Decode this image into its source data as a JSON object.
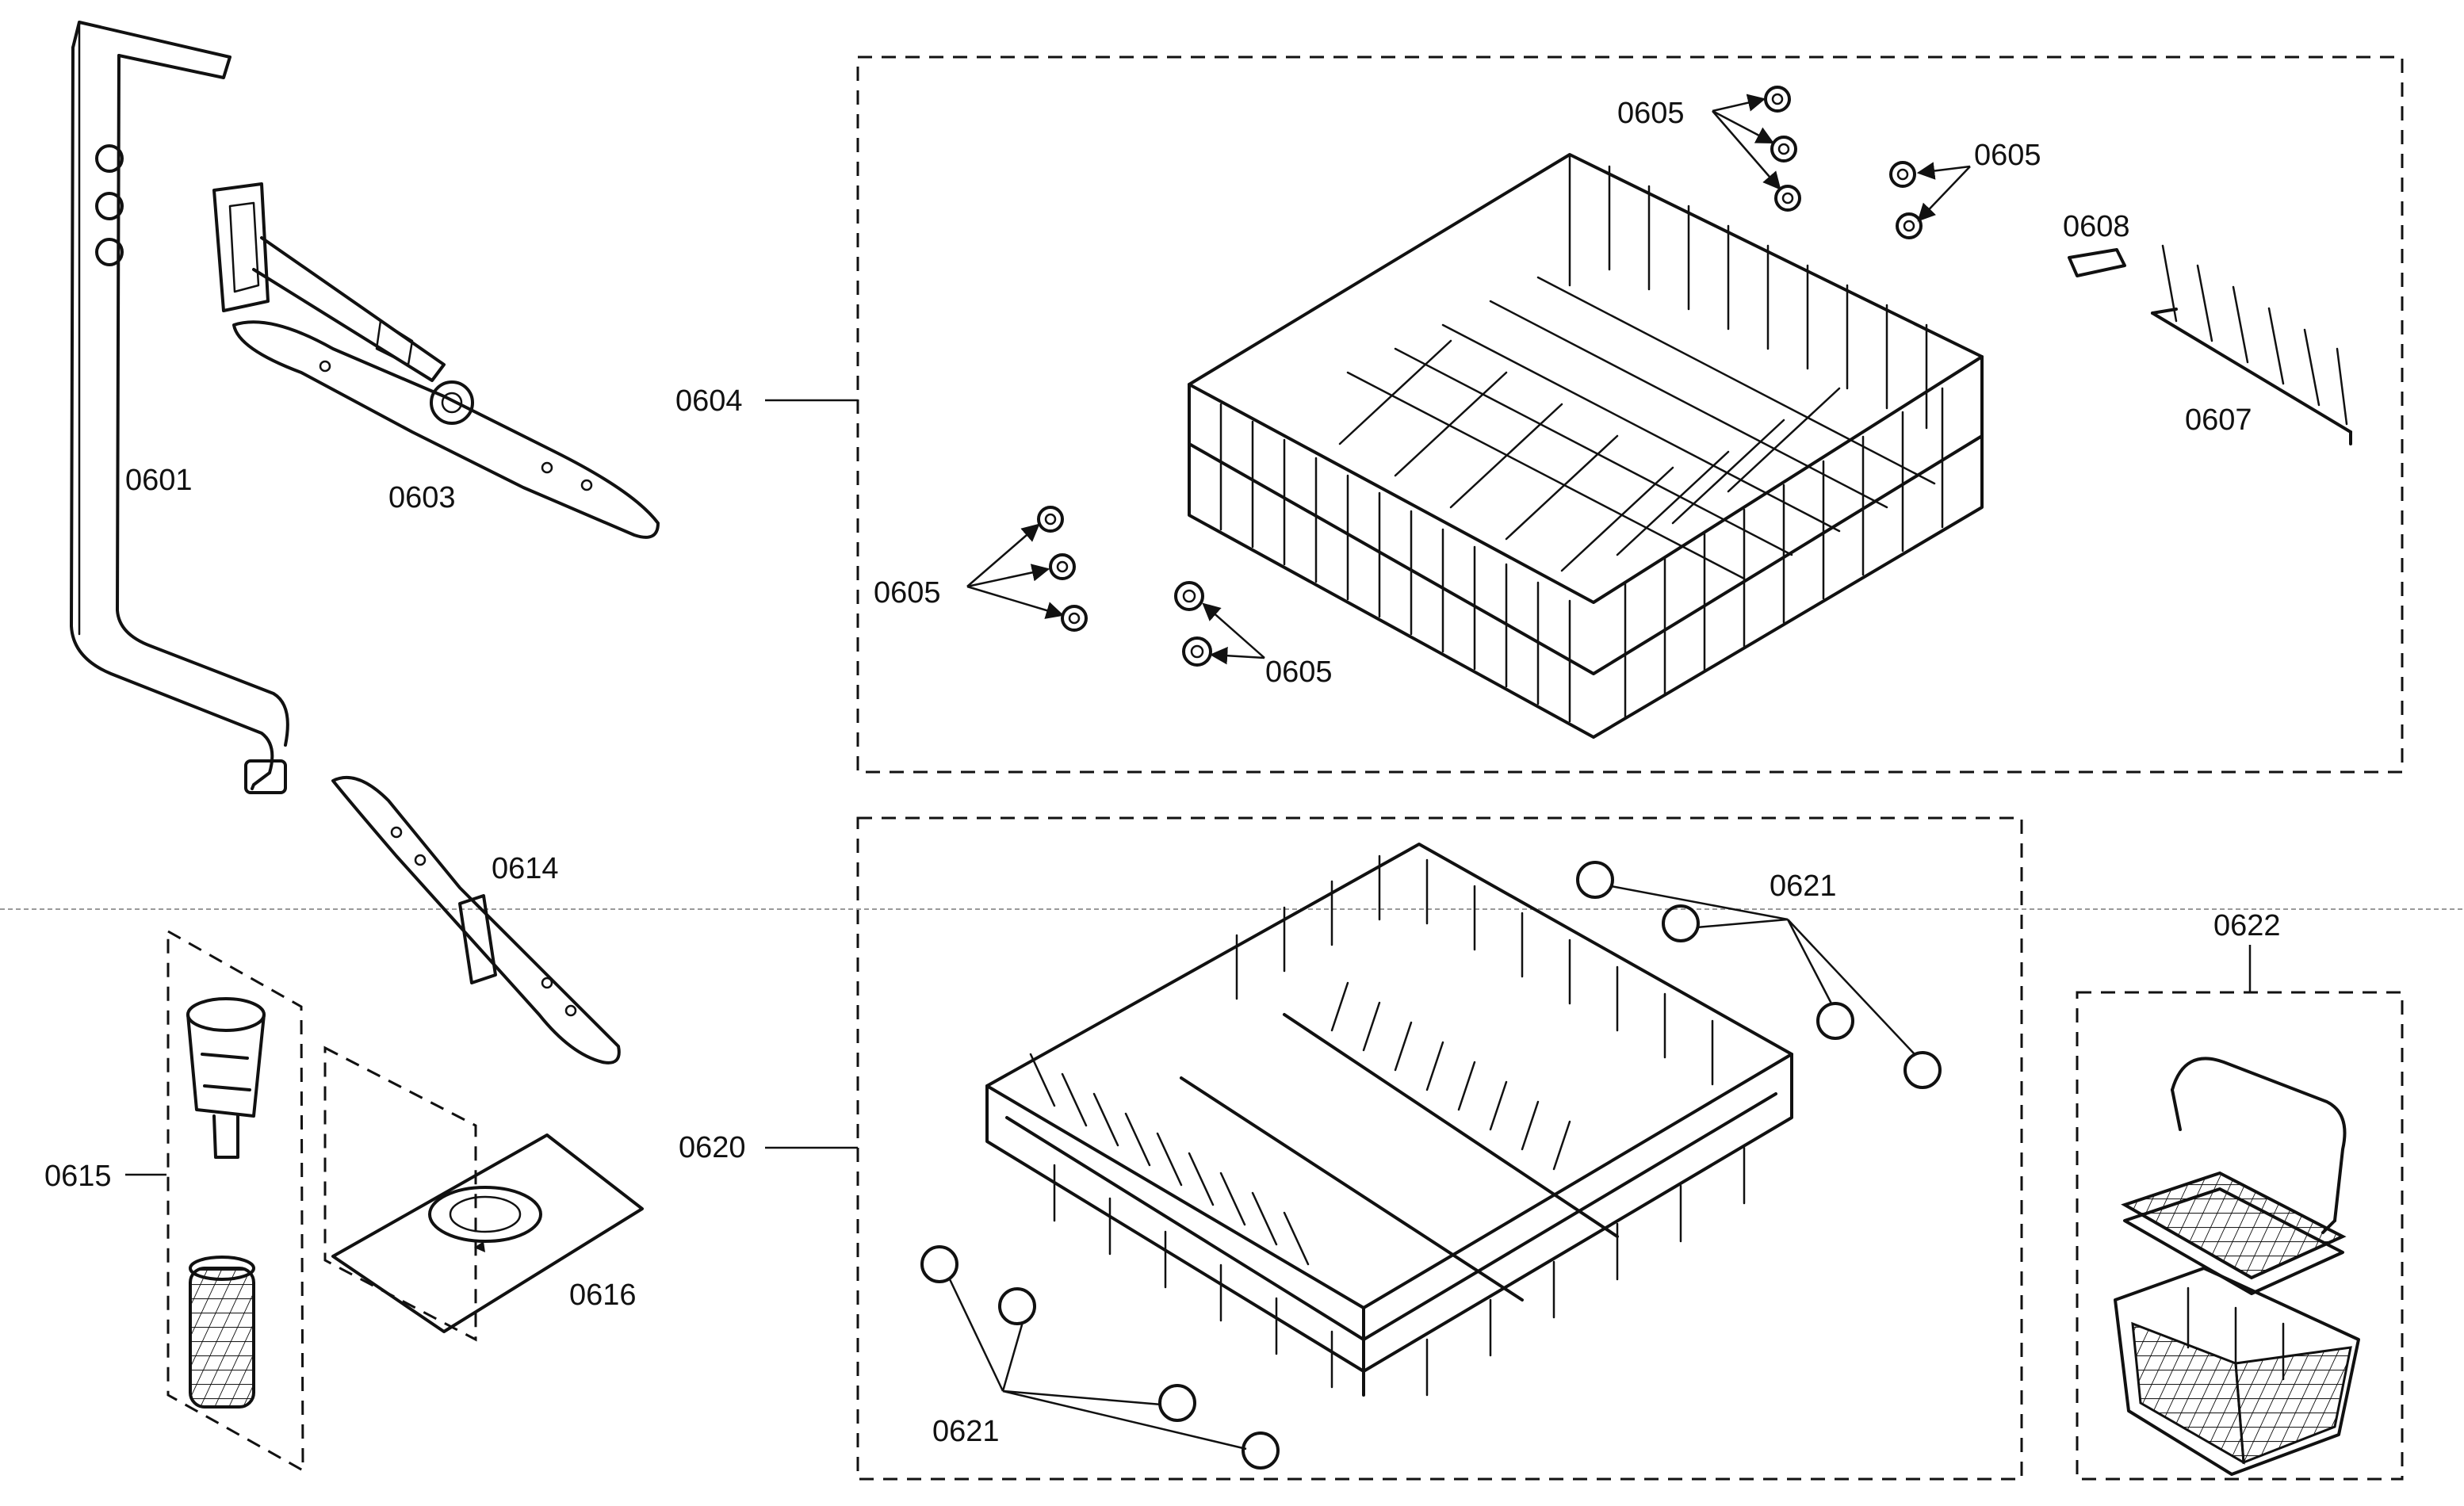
{
  "labels": {
    "p0601": "0601",
    "p0603": "0603",
    "p0604": "0604",
    "p0605_a": "0605",
    "p0605_b": "0605",
    "p0605_c": "0605",
    "p0605_d": "0605",
    "p0607": "0607",
    "p0608": "0608",
    "p0614": "0614",
    "p0615": "0615",
    "p0616": "0616",
    "p0620": "0620",
    "p0621_a": "0621",
    "p0621_b": "0621",
    "p0622": "0622"
  },
  "colors": {
    "ink": "#111111",
    "background": "#ffffff",
    "part_fill": "#d8d8d8"
  }
}
